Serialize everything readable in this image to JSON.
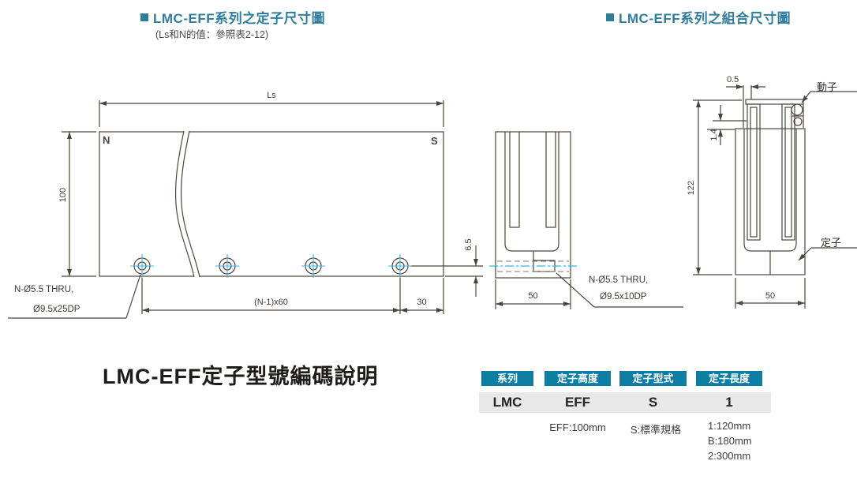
{
  "titles": {
    "left": "LMC-EFF系列之定子尺寸圖",
    "left_note": "(Ls和N的值：參照表2-12)",
    "right": "LMC-EFF系列之組合尺寸圖"
  },
  "stator_drawing": {
    "length_dim": "Ls",
    "pole_n": "N",
    "pole_s": "S",
    "height_dim": "100",
    "hole_pitch_dim": "(N-1)x60",
    "end_offset_dim": "30",
    "hole_center_height_dim": "6.5",
    "hole_callout_line1": "N-Ø5.5 THRU,",
    "hole_callout_line2": "Ø9.5x25DP"
  },
  "cross_section": {
    "width_dim": "50",
    "hole_callout_line1": "N-Ø5.5 THRU,",
    "hole_callout_line2": "Ø9.5x10DP"
  },
  "assembly_drawing": {
    "gap_dim": "0.5",
    "clearance_dim": "1.4",
    "height_dim": "122",
    "width_dim": "50",
    "mover_label": "動子",
    "stator_label": "定子"
  },
  "model_code": {
    "heading": "LMC-EFF定子型號編碼說明",
    "columns": [
      {
        "header": "系列",
        "value": "LMC"
      },
      {
        "header": "定子高度",
        "value": "EFF",
        "note": "EFF:100mm"
      },
      {
        "header": "定子型式",
        "value": "S",
        "note": "S:標準規格"
      },
      {
        "header": "定子長度",
        "value": "1",
        "notes": [
          "1:120mm",
          "B:180mm",
          "2:300mm"
        ]
      }
    ]
  },
  "colors": {
    "accent_teal": "#2f7d9d",
    "badge_teal": "#0e7da3",
    "centerline_cyan": "#3cb4e5",
    "line_dark": "#4c453f"
  }
}
